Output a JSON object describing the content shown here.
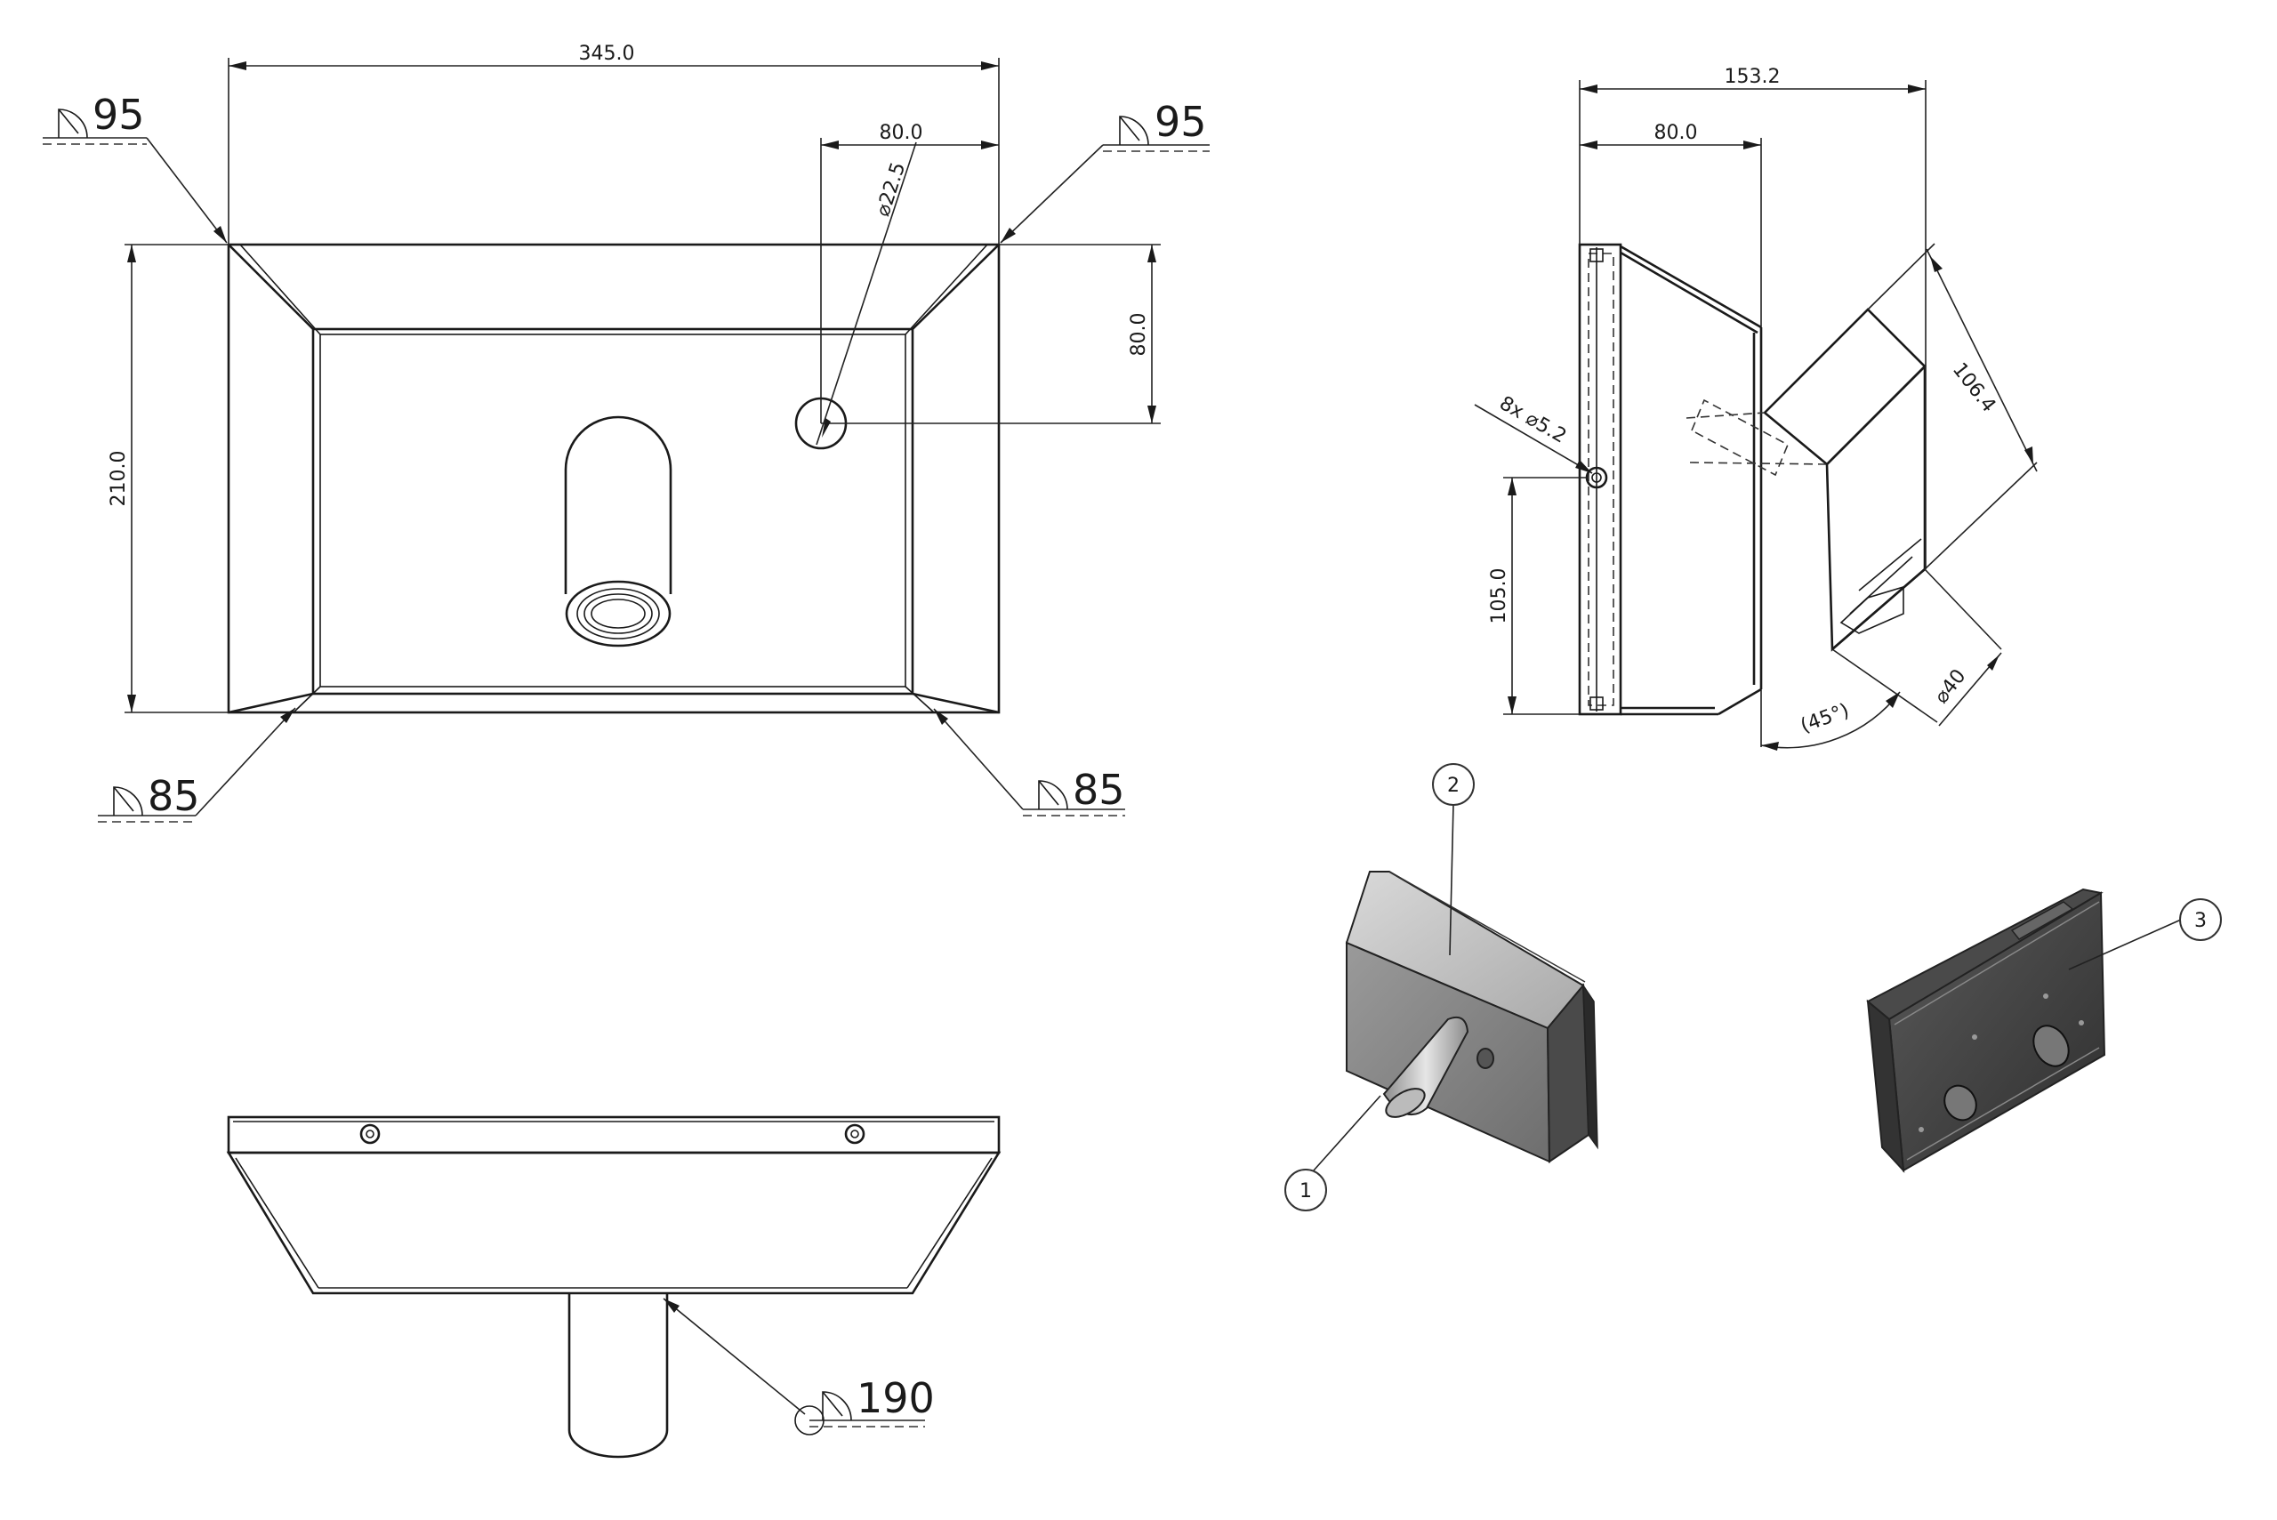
{
  "front_view": {
    "dim_width": "345.0",
    "dim_height": "210.0",
    "dim_hole_x": "80.0",
    "dim_hole_y": "80.0",
    "dim_hole_dia": "⌀22.5"
  },
  "welds": {
    "top_left": "95",
    "top_right": "95",
    "bottom_left": "85",
    "bottom_right": "85",
    "bottom_view": "190"
  },
  "side_view": {
    "dim_depth": "153.2",
    "dim_top": "80.0",
    "dim_holes": "8x ⌀5.2",
    "dim_hole_height": "105.0",
    "dim_spout_length": "106.4",
    "dim_spout_dia": "⌀40",
    "dim_angle": "(45°)"
  },
  "balloons": [
    "1",
    "2",
    "3"
  ],
  "colors": {
    "line": "#1a1a1a",
    "body_grey": "#8a8a8a",
    "dark_grey": "#3a3a3a"
  }
}
